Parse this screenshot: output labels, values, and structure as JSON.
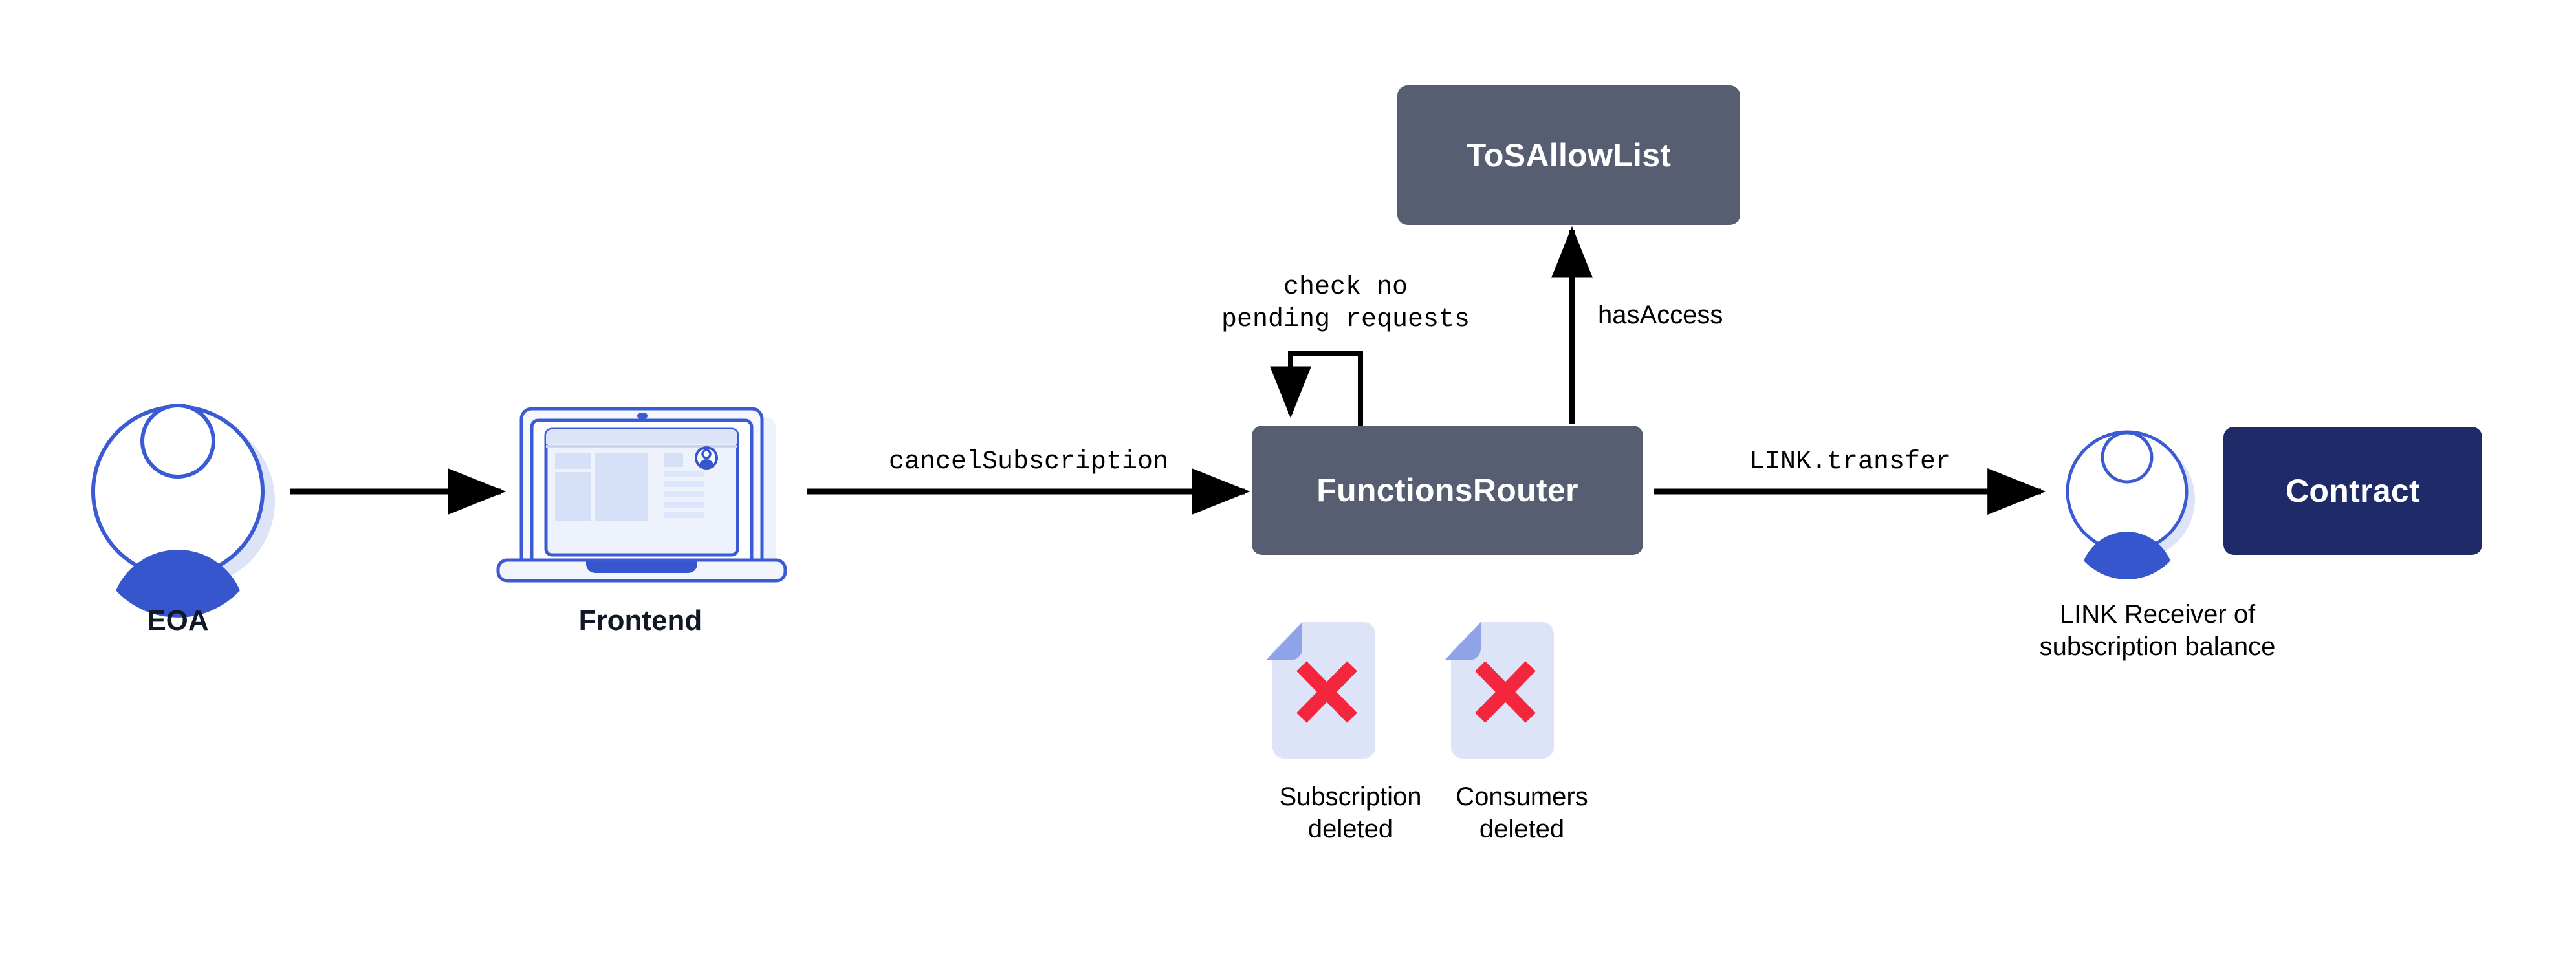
{
  "diagram": {
    "title": "Chainlink Functions cancelSubscription flow",
    "background": "#ffffff",
    "colors": {
      "slate_box": "#575E71",
      "navy_box": "#1F2A69",
      "accent_blue": "#3B5BD4",
      "light_blue": "#DDE4F7",
      "mid_blue": "#8FA4E8",
      "arrow_black": "#000000",
      "red_x": "#F4263E",
      "label_navy": "#111827"
    }
  },
  "nodes": {
    "eoa": {
      "label": "EOA",
      "icon": "user-avatar-icon"
    },
    "frontend": {
      "label": "Frontend",
      "icon": "laptop-icon"
    },
    "functions_router": {
      "label": "FunctionsRouter",
      "shape": "rounded-rect",
      "fill": "#575E71"
    },
    "tos_allowlist": {
      "label": "ToSAllowList",
      "shape": "rounded-rect",
      "fill": "#575E71"
    },
    "link_receiver": {
      "label": "LINK Receiver of\nsubscription balance",
      "icon": "user-avatar-icon"
    },
    "contract": {
      "label": "Contract",
      "shape": "rounded-rect",
      "fill": "#1F2A69"
    }
  },
  "edges": [
    {
      "id": "eoa-to-frontend",
      "from": "eoa",
      "to": "frontend",
      "label": "",
      "direction": "right"
    },
    {
      "id": "frontend-to-router",
      "from": "frontend",
      "to": "functions_router",
      "label": "cancelSubscription",
      "font": "mono",
      "direction": "right"
    },
    {
      "id": "router-self-loop",
      "from": "functions_router",
      "to": "functions_router",
      "label": "check no\npending requests",
      "font": "mono",
      "direction": "self-loop"
    },
    {
      "id": "router-to-tos",
      "from": "functions_router",
      "to": "tos_allowlist",
      "label": "hasAccess",
      "font": "mono",
      "direction": "up"
    },
    {
      "id": "router-to-receiver",
      "from": "functions_router",
      "to": "link_receiver",
      "label": "LINK.transfer",
      "font": "mono",
      "direction": "right"
    }
  ],
  "effects": [
    {
      "id": "subscription-deleted",
      "icon": "document-deleted-icon",
      "label": "Subscription\ndeleted"
    },
    {
      "id": "consumers-deleted",
      "icon": "document-deleted-icon",
      "label": "Consumers\ndeleted"
    }
  ]
}
